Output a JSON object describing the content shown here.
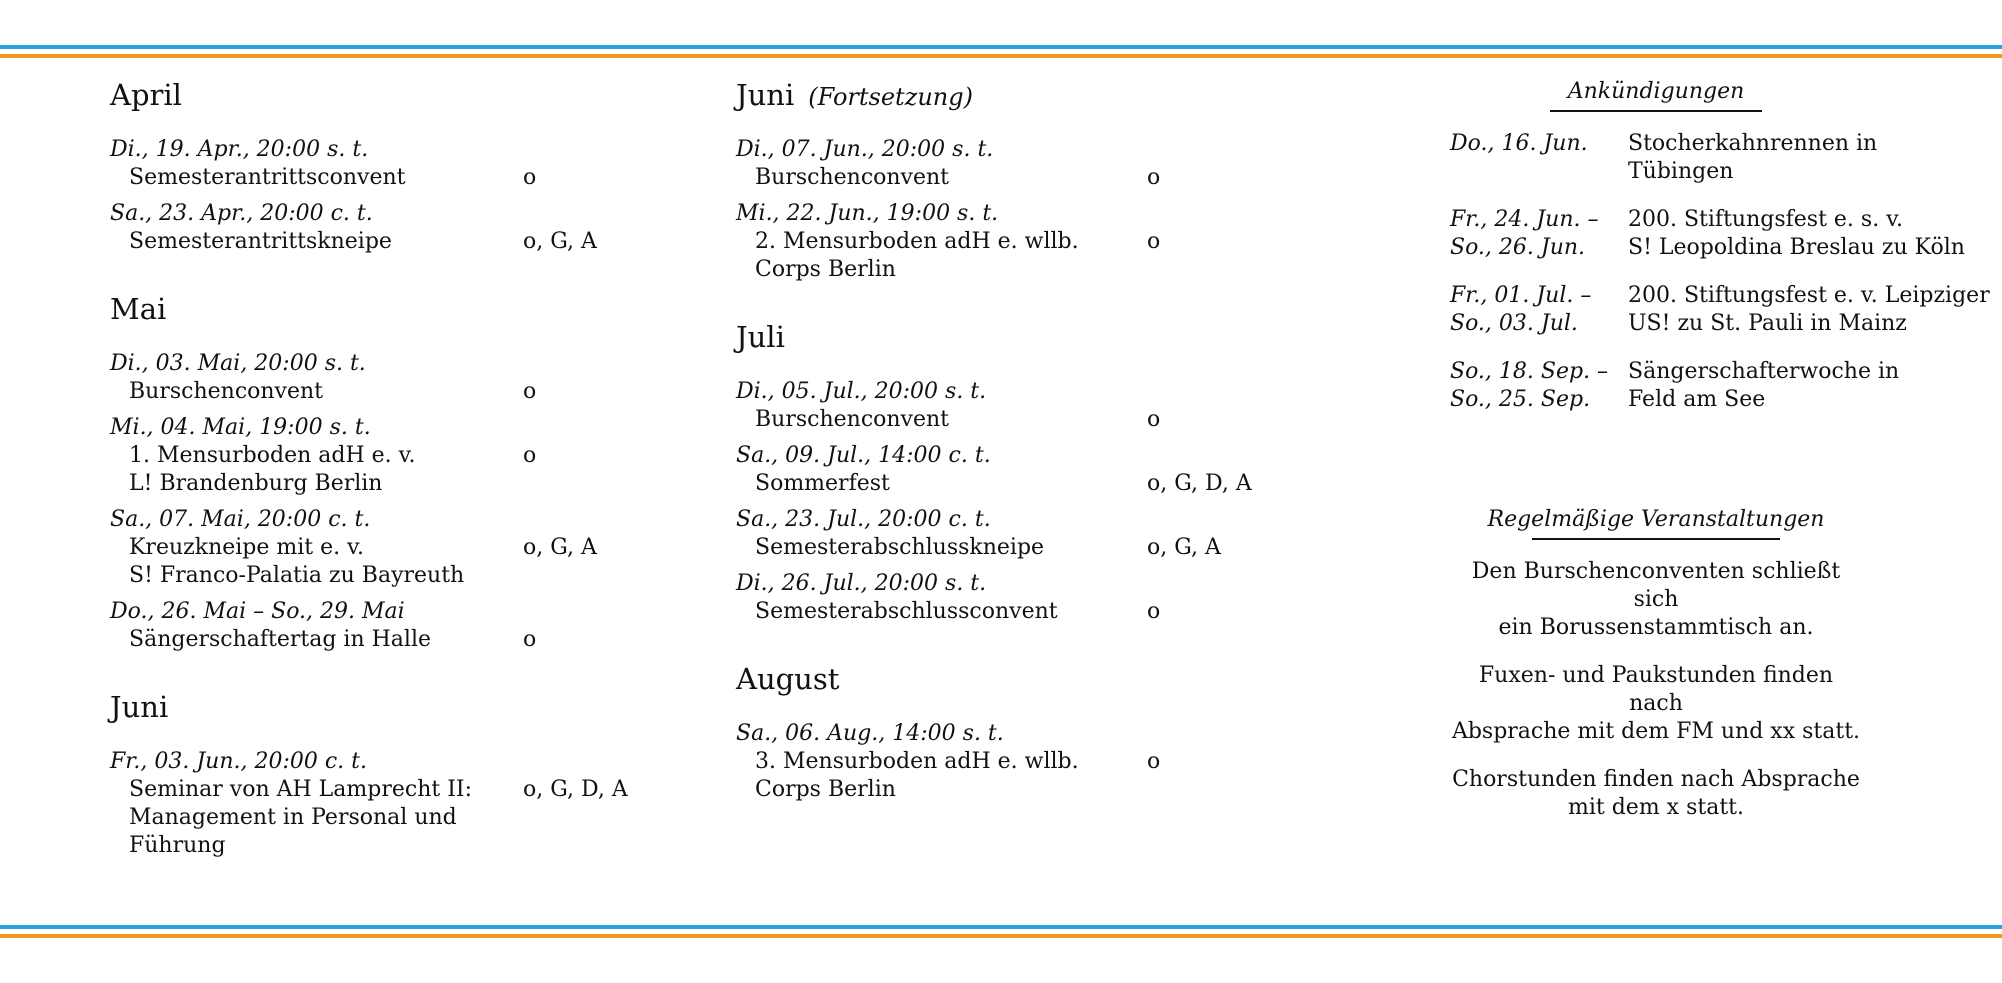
{
  "columns": [
    {
      "months": [
        {
          "name": "April",
          "note": "",
          "events": [
            {
              "when": "Di., 19. Apr., 20:00 s. t.",
              "title": "Semesterantrittsconvent",
              "code": "o"
            },
            {
              "when": "Sa., 23. Apr., 20:00 c. t.",
              "title": "Semesterantrittskneipe",
              "code": "o, G, A"
            }
          ]
        },
        {
          "name": "Mai",
          "note": "",
          "events": [
            {
              "when": "Di., 03. Mai, 20:00 s. t.",
              "title": "Burschenconvent",
              "code": "o"
            },
            {
              "when": "Mi., 04. Mai, 19:00 s. t.",
              "title": "1. Mensurboden adH e. v.\nL! Brandenburg Berlin",
              "code": "o"
            },
            {
              "when": "Sa., 07. Mai, 20:00 c. t.",
              "title": "Kreuzkneipe mit e. v.\nS! Franco-Palatia zu Bayreuth",
              "code": "o, G, A"
            },
            {
              "when": "Do., 26. Mai – So., 29. Mai",
              "title": "Sängerschaftertag in Halle",
              "code": "o"
            }
          ]
        },
        {
          "name": "Juni",
          "note": "",
          "events": [
            {
              "when": "Fr., 03. Jun., 20:00 c. t.",
              "title": "Seminar von AH Lamprecht II:\nManagement in Personal und\nFührung",
              "code": "o, G, D, A"
            }
          ]
        }
      ]
    },
    {
      "months": [
        {
          "name": "Juni",
          "note": "(Fortsetzung)",
          "events": [
            {
              "when": "Di., 07. Jun., 20:00 s. t.",
              "title": "Burschenconvent",
              "code": "o"
            },
            {
              "when": "Mi., 22. Jun., 19:00 s. t.",
              "title": "2. Mensurboden adH e. wllb.\nCorps Berlin",
              "code": "o"
            }
          ]
        },
        {
          "name": "Juli",
          "note": "",
          "events": [
            {
              "when": "Di., 05. Jul., 20:00 s. t.",
              "title": "Burschenconvent",
              "code": "o"
            },
            {
              "when": "Sa., 09. Jul., 14:00 c. t.",
              "title": "Sommerfest",
              "code": "o, G, D, A"
            },
            {
              "when": "Sa., 23. Jul., 20:00 c. t.",
              "title": "Semesterabschlusskneipe",
              "code": "o, G, A"
            },
            {
              "when": "Di., 26. Jul., 20:00 s. t.",
              "title": "Semesterabschlussconvent",
              "code": "o"
            }
          ]
        },
        {
          "name": "August",
          "note": "",
          "events": [
            {
              "when": "Sa., 06. Aug., 14:00 s. t.",
              "title": "3. Mensurboden adH e. wllb.\nCorps Berlin",
              "code": "o"
            }
          ]
        }
      ]
    }
  ],
  "announcements": {
    "heading": "Ankündigungen",
    "items": [
      {
        "date": "Do., 16. Jun.",
        "text": "Stocherkahnrennen in\nTübingen"
      },
      {
        "date": "Fr., 24. Jun. –\nSo., 26. Jun.",
        "text": "200. Stiftungsfest e. s. v.\nS! Leopoldina Breslau zu Köln"
      },
      {
        "date": "Fr., 01. Jul. –\nSo., 03. Jul.",
        "text": "200. Stiftungsfest e. v. Leipziger\nUS! zu St. Pauli in Mainz"
      },
      {
        "date": "So., 18. Sep. –\nSo., 25. Sep.",
        "text": "Sängerschafterwoche in\nFeld am See"
      }
    ]
  },
  "regular": {
    "heading": "Regelmäßige Veranstaltungen",
    "paragraphs": [
      "Den Burschenconventen schließt sich\nein Borussenstammtisch an.",
      "Fuxen- und Paukstunden finden nach\nAbsprache mit dem FM und xx statt.",
      "Chorstunden finden nach Absprache\nmit dem x statt."
    ]
  },
  "colors": {
    "rule_blue": "#2aa6d6",
    "rule_orange": "#ef9822"
  }
}
